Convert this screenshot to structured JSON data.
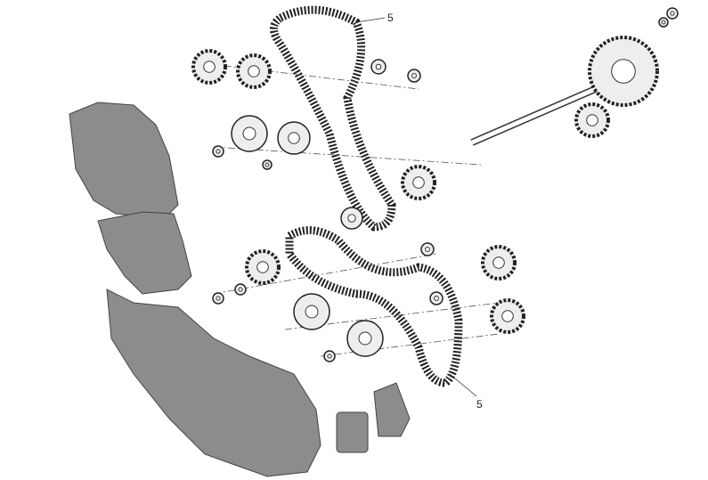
{
  "diagram": {
    "callouts": [
      {
        "label": "5",
        "part": "upper-timing-belt"
      },
      {
        "label": "5",
        "part": "lower-timing-belt"
      }
    ],
    "colors": {
      "cover": "#8c8c8c",
      "line": "#222222",
      "background": "#ffffff"
    }
  }
}
